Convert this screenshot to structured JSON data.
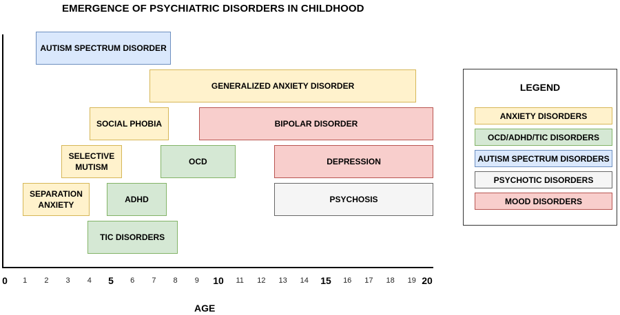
{
  "title": "EMERGENCE OF PSYCHIATRIC DISORDERS IN CHILDHOOD",
  "colors": {
    "anxiety": {
      "fill": "#fff2cc",
      "stroke": "#d6b656"
    },
    "ocd": {
      "fill": "#d5e8d4",
      "stroke": "#82b366"
    },
    "autism": {
      "fill": "#dae8fc",
      "stroke": "#6c8ebf"
    },
    "psychotic": {
      "fill": "#f5f5f5",
      "stroke": "#666666"
    },
    "mood": {
      "fill": "#f8cecc",
      "stroke": "#b85450"
    }
  },
  "chart_data": {
    "type": "timeline",
    "title": "EMERGENCE OF PSYCHIATRIC DISORDERS IN CHILDHOOD",
    "xlabel": "AGE",
    "xlim": [
      0,
      20
    ],
    "ticks": [
      "0",
      "1",
      "2",
      "3",
      "4",
      "5",
      "6",
      "7",
      "8",
      "9",
      "10",
      "11",
      "12",
      "13",
      "14",
      "15",
      "16",
      "17",
      "18",
      "19",
      "20"
    ],
    "major_ticks": [
      "0",
      "5",
      "10",
      "15",
      "20"
    ],
    "legend_placement": "right",
    "bars": [
      {
        "label": "AUTISM SPECTRUM DISORDER",
        "category": "autism",
        "start": 1.5,
        "end": 7.8,
        "row": 0
      },
      {
        "label": "GENERALIZED ANXIETY DISORDER",
        "category": "anxiety",
        "start": 6.8,
        "end": 19.2,
        "row": 1
      },
      {
        "label": "SOCIAL PHOBIA",
        "category": "anxiety",
        "start": 4.0,
        "end": 7.7,
        "row": 2
      },
      {
        "label": "BIPOLAR DISORDER",
        "category": "mood",
        "start": 9.1,
        "end": 20,
        "row": 2
      },
      {
        "label": "SELECTIVE MUTISM",
        "category": "anxiety",
        "start": 2.7,
        "end": 5.5,
        "row": 3
      },
      {
        "label": "OCD",
        "category": "ocd",
        "start": 7.3,
        "end": 10.8,
        "row": 3
      },
      {
        "label": "DEPRESSION",
        "category": "mood",
        "start": 12.6,
        "end": 20,
        "row": 3
      },
      {
        "label": "SEPARATION ANXIETY",
        "category": "anxiety",
        "start": 0.9,
        "end": 4.0,
        "row": 4
      },
      {
        "label": "ADHD",
        "category": "ocd",
        "start": 4.8,
        "end": 7.6,
        "row": 4
      },
      {
        "label": "PSYCHOSIS",
        "category": "psychotic",
        "start": 12.6,
        "end": 20,
        "row": 4
      },
      {
        "label": "TIC DISORDERS",
        "category": "ocd",
        "start": 3.9,
        "end": 8.1,
        "row": 5
      }
    ]
  },
  "legend": {
    "title": "LEGEND",
    "items": [
      {
        "label": "ANXIETY DISORDERS",
        "category": "anxiety"
      },
      {
        "label": "OCD/ADHD/TIC DISORDERS",
        "category": "ocd"
      },
      {
        "label": "AUTISM SPECTRUM DISORDERS",
        "category": "autism"
      },
      {
        "label": "PSYCHOTIC DISORDERS",
        "category": "psychotic"
      },
      {
        "label": "MOOD DISORDERS",
        "category": "mood"
      }
    ]
  }
}
